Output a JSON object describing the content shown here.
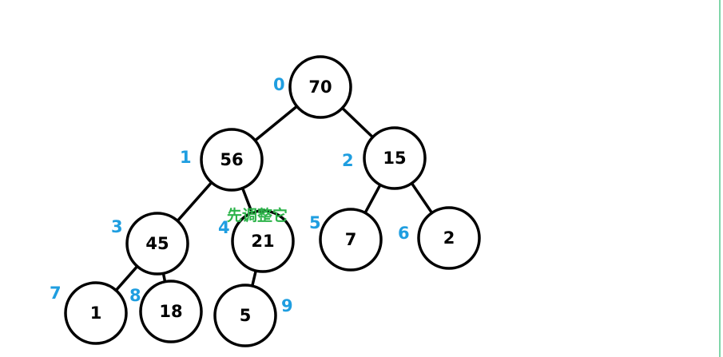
{
  "colors": {
    "index": "#1f9ee0",
    "note": "#2db34a",
    "border": "#7fd6a8"
  },
  "nodes": [
    {
      "index": "0",
      "value": "70"
    },
    {
      "index": "1",
      "value": "56"
    },
    {
      "index": "2",
      "value": "15"
    },
    {
      "index": "3",
      "value": "45"
    },
    {
      "index": "4",
      "value": "21"
    },
    {
      "index": "5",
      "value": "7"
    },
    {
      "index": "6",
      "value": "2"
    },
    {
      "index": "7",
      "value": "1"
    },
    {
      "index": "8",
      "value": "18"
    },
    {
      "index": "9",
      "value": "5"
    }
  ],
  "edges": [
    [
      0,
      1
    ],
    [
      0,
      2
    ],
    [
      1,
      3
    ],
    [
      1,
      4
    ],
    [
      2,
      5
    ],
    [
      2,
      6
    ],
    [
      3,
      7
    ],
    [
      3,
      8
    ],
    [
      4,
      9
    ]
  ],
  "note": {
    "text": "先调整它"
  }
}
